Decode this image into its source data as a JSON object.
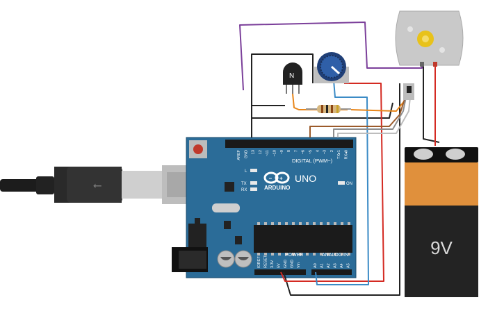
{
  "board": {
    "brand": "ARDUINO",
    "model": "UNO",
    "digital_header_label": "DIGITAL (PWM~)",
    "power_label": "POWER",
    "analog_label": "ANALOG IN",
    "on_label": "ON",
    "led_l": "L",
    "led_tx": "TX",
    "led_rx": "RX",
    "digital_pins": [
      "AREF",
      "GND",
      "13",
      "12",
      "~11",
      "~10",
      "~9",
      "8",
      "7",
      "~6",
      "~5",
      "4",
      "~3",
      "2",
      "TX▸1",
      "RX◂0"
    ],
    "power_pins": [
      "IOREF",
      "RESET",
      "3.3V",
      "5V",
      "GND",
      "GND",
      "Vin"
    ],
    "analog_pins": [
      "A0",
      "A1",
      "A2",
      "A3",
      "A4",
      "A5"
    ]
  },
  "transistor": {
    "label": "N"
  },
  "battery": {
    "label": "9V"
  },
  "colors": {
    "board": "#2b6c98",
    "wire_black": "#222222",
    "wire_red": "#d42a22",
    "wire_purple": "#7b3f9a",
    "wire_orange": "#e8861a",
    "wire_brown": "#9b5a2a",
    "wire_gray": "#8e8e8e",
    "wire_blue": "#3b8bc6",
    "battery_orange": "#e0903c",
    "battery_black": "#232323"
  }
}
